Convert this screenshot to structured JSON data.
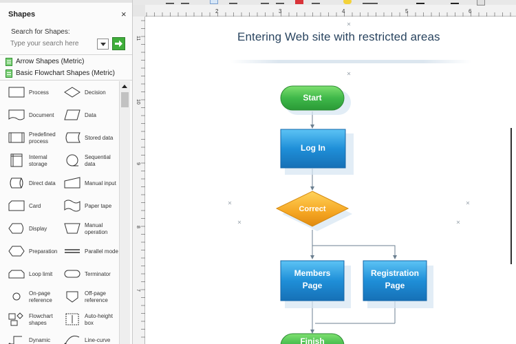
{
  "panel": {
    "title": "Shapes",
    "close_glyph": "×",
    "search_label": "Search for Shapes:",
    "search_placeholder": "Type your search here",
    "stencils": [
      "Arrow Shapes (Metric)",
      "Basic Flowchart Shapes (Metric)"
    ],
    "shapes": [
      {
        "label": "Process",
        "icon": "process"
      },
      {
        "label": "Decision",
        "icon": "decision"
      },
      {
        "label": "Document",
        "icon": "document"
      },
      {
        "label": "Data",
        "icon": "data"
      },
      {
        "label": "Predefined process",
        "icon": "predefined-process"
      },
      {
        "label": "Stored data",
        "icon": "stored-data"
      },
      {
        "label": "Internal storage",
        "icon": "internal-storage"
      },
      {
        "label": "Sequential data",
        "icon": "sequential-data"
      },
      {
        "label": "Direct data",
        "icon": "direct-data"
      },
      {
        "label": "Manual input",
        "icon": "manual-input"
      },
      {
        "label": "Card",
        "icon": "card"
      },
      {
        "label": "Paper tape",
        "icon": "paper-tape"
      },
      {
        "label": "Display",
        "icon": "display"
      },
      {
        "label": "Manual operation",
        "icon": "manual-operation"
      },
      {
        "label": "Preparation",
        "icon": "preparation"
      },
      {
        "label": "Parallel mode",
        "icon": "parallel-mode"
      },
      {
        "label": "Loop limit",
        "icon": "loop-limit"
      },
      {
        "label": "Terminator",
        "icon": "terminator"
      },
      {
        "label": "On-page reference",
        "icon": "on-page-reference"
      },
      {
        "label": "Off-page reference",
        "icon": "off-page-reference"
      },
      {
        "label": "Flowchart shapes",
        "icon": "flowchart-shapes"
      },
      {
        "label": "Auto-height box",
        "icon": "auto-height-box"
      },
      {
        "label": "Dynamic",
        "icon": "dynamic-connector"
      },
      {
        "label": "Line-curve",
        "icon": "line-curve-connector"
      }
    ]
  },
  "rulers": {
    "horizontal_labels": [
      "2",
      "3",
      "4",
      "5",
      "6"
    ],
    "vertical_labels": [
      "11",
      "10",
      "9",
      "8",
      "7"
    ]
  },
  "diagram": {
    "title": "Entering Web site with restricted areas",
    "nodes": {
      "start": "Start",
      "login": "Log In",
      "decision": "Correct",
      "members": [
        "Members",
        "Page"
      ],
      "registration": [
        "Registration",
        "Page"
      ],
      "finish": "Finish"
    },
    "colors": {
      "terminator": "#3fb84a",
      "process": "#1f8fd8",
      "decision": "#f5a623",
      "connector": "#6b7f90",
      "title": "#2a4560"
    }
  }
}
